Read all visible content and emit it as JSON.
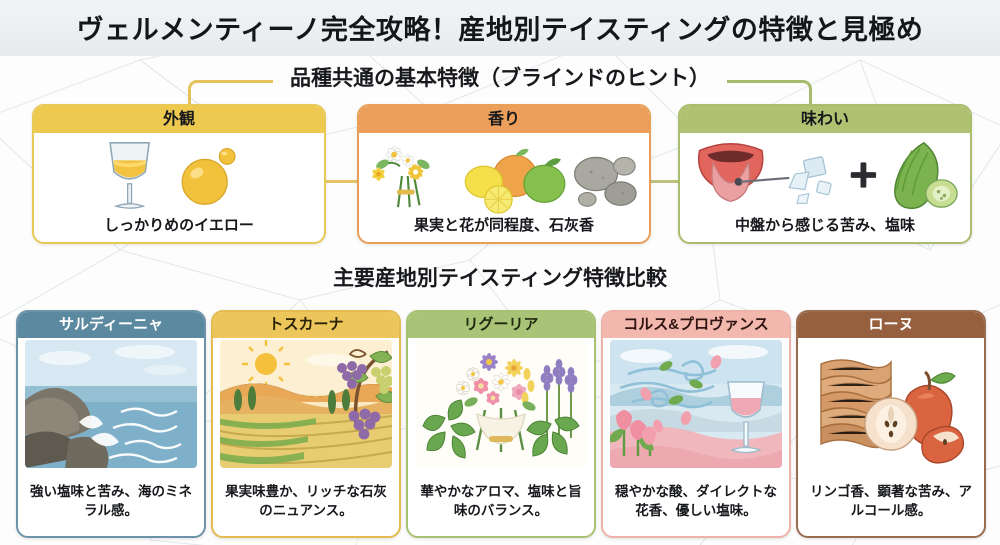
{
  "page": {
    "title": "ヴェルメンティーノ完全攻略！産地別テイスティングの特徴と見極め",
    "bg_color": "#fdfdfd",
    "title_bg": "#eceef1"
  },
  "section_common": {
    "heading": "品種共通の基本特徴（ブラインドのヒント）",
    "bracket_left_color": "#e4c25c",
    "bracket_right_color": "#a7ba6b",
    "cards": [
      {
        "header": "外観",
        "caption": "しっかりめのイエロー",
        "header_color": "#edc94f",
        "border_color": "#e9c955",
        "icons": [
          "wine-glass-icon",
          "droplet-icon"
        ]
      },
      {
        "header": "香り",
        "caption": "果実と花が同程度、石灰香",
        "header_color": "#eb9f5a",
        "border_color": "#e89f56",
        "icons": [
          "flower-bouquet-icon",
          "citrus-fruit-icon",
          "stones-icon"
        ]
      },
      {
        "header": "味わい",
        "caption": "中盤から感じる苦み、塩味",
        "header_color": "#b0c271",
        "border_color": "#a9bd6d",
        "icons": [
          "tongue-icon",
          "salt-crystals-icon",
          "plus-icon",
          "bitter-melon-icon"
        ]
      }
    ]
  },
  "section_regions": {
    "heading": "主要産地別テイスティング特徴比較",
    "cards": [
      {
        "header": "サルディーニャ",
        "caption": "強い塩味と苦み、海のミネラル感。",
        "header_color": "#5b89a0",
        "border_color": "#6d93a8",
        "header_text_color": "#ffffff",
        "art": "coastal-cliffs-waves-illustration"
      },
      {
        "header": "トスカーナ",
        "caption": "果実味豊か、リッチな石灰のニュアンス。",
        "header_color": "#ecc65a",
        "border_color": "#e2bc4e",
        "header_text_color": "#2b2208",
        "art": "vineyard-sun-grapes-illustration"
      },
      {
        "header": "リグーリア",
        "caption": "華やかなアロマ、塩味と旨味のバランス。",
        "header_color": "#a9c477",
        "border_color": "#a9c272",
        "header_text_color": "#20290f",
        "art": "flower-bouquet-herbs-illustration"
      },
      {
        "header": "コルス&プロヴァンス",
        "caption": "穏やかな酸、ダイレクトな花香、優しい塩味。",
        "header_color": "#f2b7ad",
        "border_color": "#eeb2a8",
        "header_text_color": "#2e1512",
        "art": "rose-wine-wind-tulips-illustration"
      },
      {
        "header": "ローヌ",
        "caption": "リンゴ香、顕著な苦み、アルコール感。",
        "header_color": "#96603f",
        "border_color": "#9a6b4f",
        "header_text_color": "#ffffff",
        "art": "wood-stack-apples-illustration"
      }
    ]
  }
}
